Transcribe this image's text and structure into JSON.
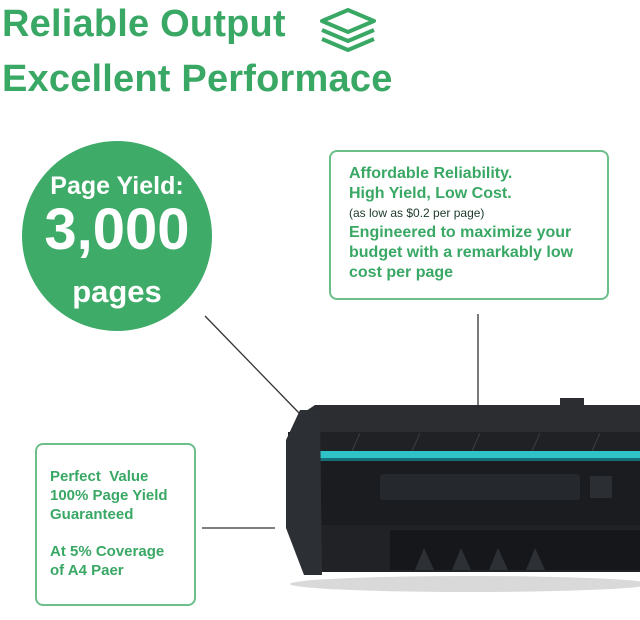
{
  "headline": {
    "line1": "Reliable Output",
    "line2": "Excellent Performace"
  },
  "yield_badge": {
    "label": "Page Yield:",
    "number": "3,000",
    "unit": "pages"
  },
  "callout_right": {
    "line1": "Affordable Reliability.",
    "line2": "High Yield, Low Cost.",
    "note": "(as low as $0.2 per page)",
    "body": "Engineered to maximize your budget with a remarkably low cost per page"
  },
  "callout_left": {
    "line1": "Perfect  Value",
    "line2": "100% Page Yield",
    "line3": "Guaranteed",
    "line4": "At 5% Coverage",
    "line5": "of A4 Paer"
  },
  "icons": {
    "headline_icon": "layers-icon",
    "product": "toner-cartridge-illustration"
  },
  "colors": {
    "brand_green": "#3aa865",
    "circle_green": "#3fab69",
    "callout_border": "#6cbf89",
    "cartridge_body": "#1f2124",
    "cartridge_stripe": "#2fc3c8"
  }
}
